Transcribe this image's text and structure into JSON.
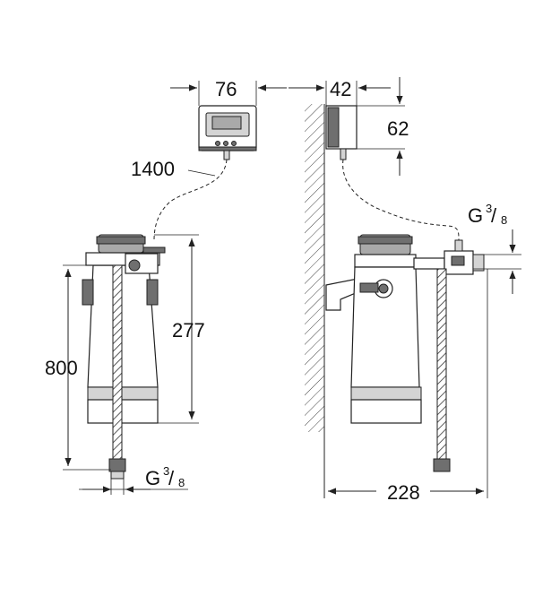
{
  "dimensions": {
    "display_width": "76",
    "display_depth": "42",
    "display_height": "62",
    "cable_length": "1400",
    "filter_height": "277",
    "hose_length": "800",
    "depth": "228",
    "thread_top": {
      "letter": "G",
      "fraction_num": "3",
      "fraction_den": "8"
    },
    "thread_bottom": {
      "letter": "G",
      "fraction_num": "3",
      "fraction_den": "8"
    }
  },
  "colors": {
    "line": "#222222",
    "dark_part": "#6f6f6f",
    "mid_part": "#a9a9a9",
    "light_part": "#d4d4d4"
  }
}
